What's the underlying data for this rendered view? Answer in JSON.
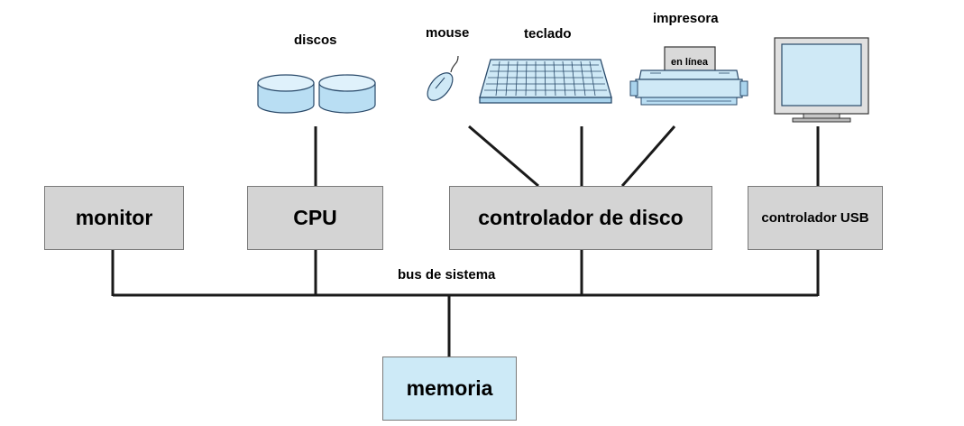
{
  "colors": {
    "box_fill": "#d4d4d4",
    "memory_fill": "#cdeaf7",
    "device_fill": "#cfe9f6",
    "line": "#1a1a1a"
  },
  "boxes": {
    "monitor": "monitor",
    "cpu": "CPU",
    "disk_controller": "controlador de disco",
    "usb_controller": "controlador USB",
    "memory": "memoria"
  },
  "labels": {
    "bus": "bus de sistema",
    "disks": "discos",
    "mouse": "mouse",
    "keyboard": "teclado",
    "printer": "impresora",
    "printer_status": "en línea"
  },
  "icons": [
    "disk-icon",
    "mouse-icon",
    "keyboard-icon",
    "printer-icon",
    "display-icon"
  ]
}
